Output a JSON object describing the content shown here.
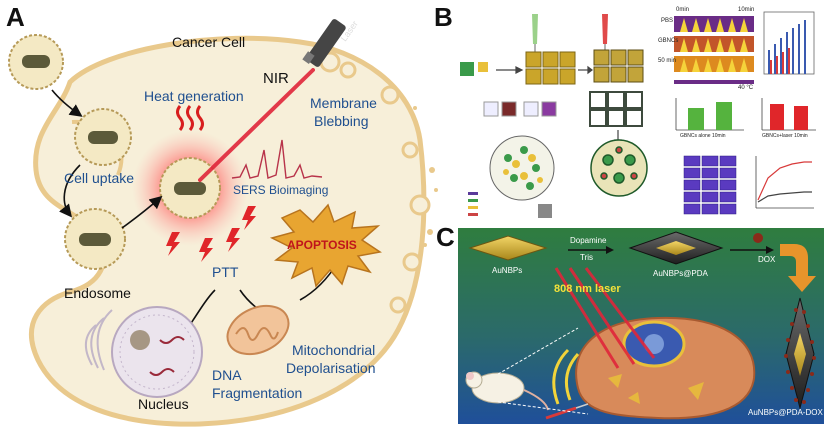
{
  "panels": {
    "a": "A",
    "b": "B",
    "c": "C"
  },
  "panel_a": {
    "cancer_cell": "Cancer Cell",
    "nir": "NIR",
    "laser": "Laser",
    "heat_generation": "Heat generation",
    "membrane_blebbing": [
      "Membrane",
      "Blebbing"
    ],
    "cell_uptake": "Cell uptake",
    "sers": "SERS Bioimaging",
    "apoptosis": "APOPTOSIS",
    "ptt": "PTT",
    "endosome": "Endosome",
    "mito": [
      "Mitochondrial",
      "Depolarisation"
    ],
    "dna": [
      "DNA",
      "Fragmentation"
    ],
    "nucleus": "Nucleus"
  },
  "panel_b": {
    "row_labels": [
      "PBS",
      "GBNCs",
      "50 min"
    ],
    "heat_top": [
      "0min",
      "10min"
    ],
    "scale_end": "40 °C",
    "bar_left_label": "GBNCs alone 10min",
    "bar_right_label": "GBNCs+laser 10min"
  },
  "panel_c": {
    "aunbps": "AuNBPs",
    "dopamine": "Dopamine",
    "tris": "Tris",
    "aunbps_pda": "AuNBPs@PDA",
    "dox": "DOX",
    "laser_808": "808 nm laser",
    "aunbps_pda_dox": "AuNBPs@PDA-DOX"
  },
  "colors": {
    "cell_fill": "#f7efd9",
    "cell_border": "#e9c98c",
    "text_blue": "#1f4f8f",
    "apoptosis_fill": "#e8a531",
    "apoptosis_text": "#c0141b",
    "laser_red": "#e0263a",
    "panel_c_bg_top": "#2f7d3f",
    "panel_c_bg_bottom": "#1f4f9a",
    "gold": "#d9b53a",
    "chart_green": "#55b33e",
    "chart_red": "#e0262a"
  }
}
